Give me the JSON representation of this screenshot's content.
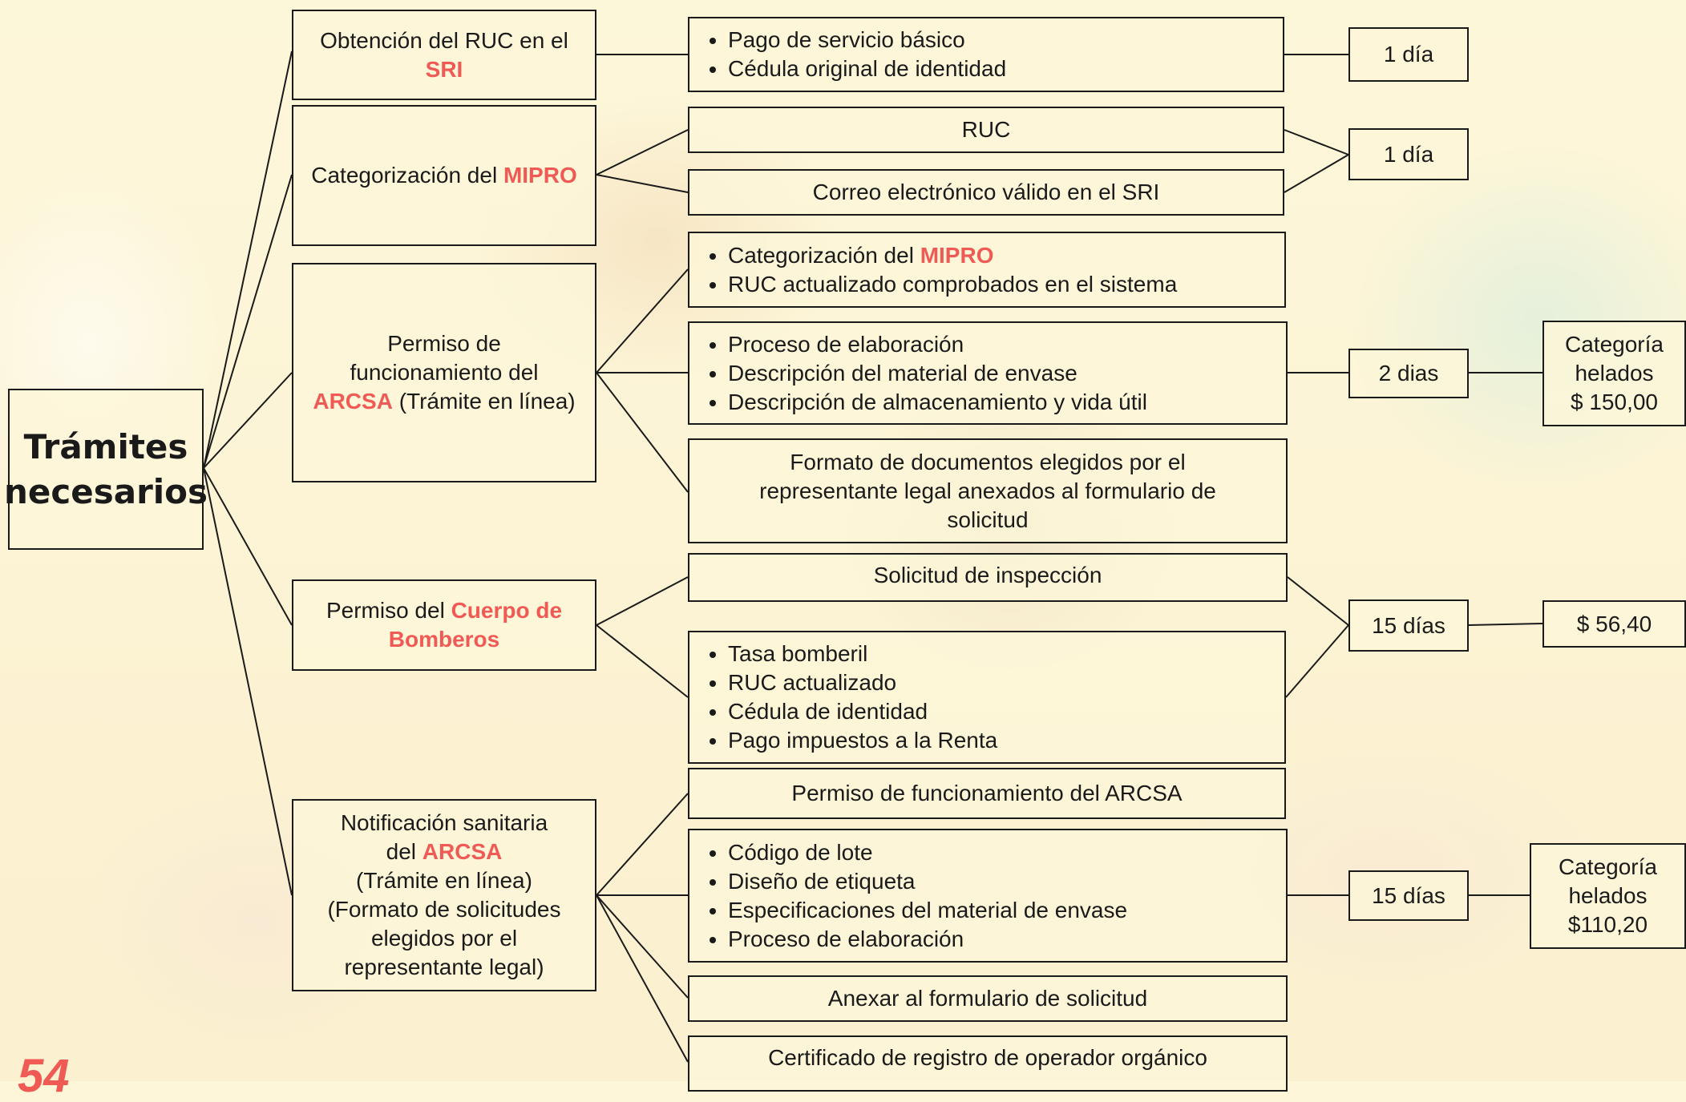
{
  "root": {
    "line1": "Trámites",
    "line2": "necesarios"
  },
  "procedures": {
    "ruc": {
      "text": "Obtención del RUC en el",
      "hl": "SRI"
    },
    "mipro": {
      "text": "Categorización del",
      "hl": "MIPRO"
    },
    "arcsa_permit": {
      "line1": "Permiso de",
      "line2": "funcionamiento del",
      "hl": "ARCSA",
      "after": "(Trámite en línea)"
    },
    "bomberos": {
      "text": "Permiso del",
      "hl1": "Cuerpo de",
      "hl2": "Bomberos"
    },
    "notification": {
      "line1": "Notificación sanitaria",
      "line2": "del",
      "hl": "ARCSA",
      "line3": "(Trámite en línea)",
      "line4": "(Formato de solicitudes",
      "line5": "elegidos por el",
      "line6": "representante legal)"
    }
  },
  "requirements": {
    "ruc_list": [
      "Pago de servicio básico",
      "Cédula original de identidad"
    ],
    "mipro_ruc": "RUC",
    "mipro_email": "Correo electrónico válido en el SRI",
    "arcsa_list1": {
      "item1_text": "Categorización del",
      "item1_hl": "MIPRO",
      "item2": "RUC actualizado comprobados en el sistema"
    },
    "arcsa_list2": [
      "Proceso de elaboración",
      "Descripción del material de envase",
      "Descripción de almacenamiento y vida útil"
    ],
    "arcsa_format": {
      "line1": "Formato de documentos elegidos por el",
      "line2": "representante legal anexados al formulario de",
      "line3": "solicitud"
    },
    "bomberos_inspection": "Solicitud de inspección",
    "bomberos_list": [
      "Tasa bomberil",
      "RUC actualizado",
      "Cédula de identidad",
      "Pago impuestos a la Renta"
    ],
    "notif_permit": "Permiso de funcionamiento del ARCSA",
    "notif_list": [
      "Código de lote",
      "Diseño de etiqueta",
      "Especificaciones del material de envase",
      "Proceso de elaboración"
    ],
    "notif_annex": "Anexar al formulario de solicitud",
    "notif_cert": "Certificado de registro de operador orgánico"
  },
  "durations": {
    "ruc": "1 día",
    "mipro": "1 día",
    "arcsa": "2 dias",
    "bomberos": "15 días",
    "notification": "15 días"
  },
  "costs": {
    "arcsa": {
      "line1": "Categoría",
      "line2": "helados",
      "line3": "$ 150,00"
    },
    "bomberos": "$ 56,40",
    "notification": {
      "line1": "Categoría",
      "line2": "helados",
      "line3": "$110,20"
    }
  },
  "page_number": "54",
  "colors": {
    "highlight": "#ef5a55",
    "border": "#1a1a1a",
    "background": "#fdf6d8"
  }
}
